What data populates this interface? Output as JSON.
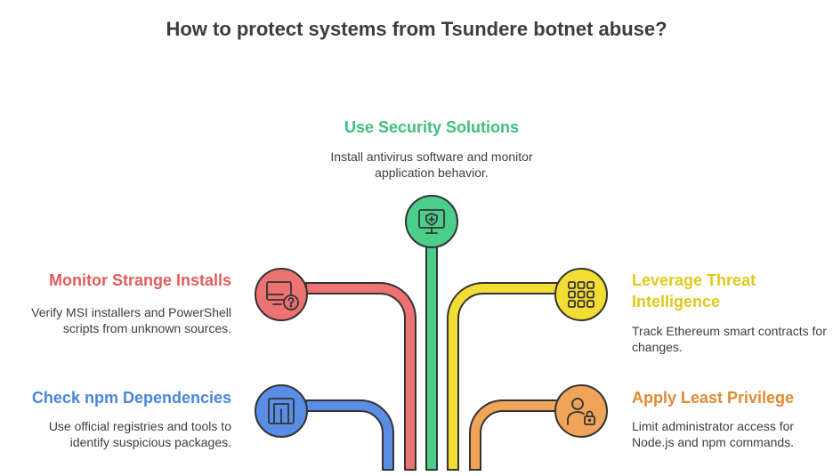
{
  "title": "How to protect systems from Tsundere botnet abuse?",
  "colors": {
    "green": "#4cce8b",
    "yellow": "#f3dd33",
    "red": "#ef7273",
    "blue": "#5a8ee6",
    "orange": "#f0a45a",
    "stroke": "#333333"
  },
  "items": [
    {
      "id": "security",
      "heading": "Use Security Solutions",
      "description": "Install antivirus software and monitor application behavior.",
      "color": "#3fbf7f",
      "icon": "monitor-shield-icon"
    },
    {
      "id": "strange-installs",
      "heading": "Monitor Strange Installs",
      "description": "Verify MSI installers and PowerShell scripts from unknown sources.",
      "color": "#e15d5d",
      "icon": "monitor-question-icon"
    },
    {
      "id": "threat-intel",
      "heading": "Leverage Threat Intelligence",
      "description": "Track Ethereum smart contracts for changes.",
      "color": "#e2c81b",
      "icon": "grid-icon"
    },
    {
      "id": "npm",
      "heading": "Check npm Dependencies",
      "description": "Use official registries and tools to identify suspicious packages.",
      "color": "#4a86d9",
      "icon": "npm-icon"
    },
    {
      "id": "least-privilege",
      "heading": "Apply Least Privilege",
      "description": "Limit administrator access for Node.js and npm commands.",
      "color": "#e08a35",
      "icon": "user-lock-icon"
    }
  ]
}
